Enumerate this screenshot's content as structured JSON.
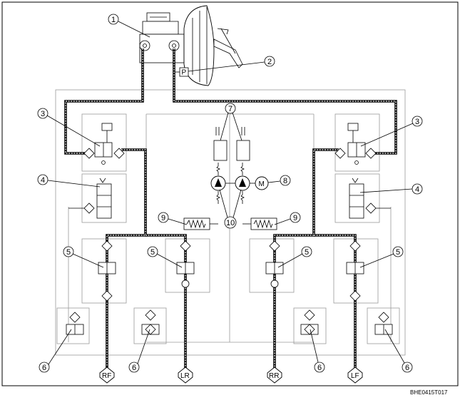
{
  "callouts": {
    "master_cylinder": "1",
    "pressure_switch": "2",
    "left_inlet_solenoid": "3",
    "right_inlet_solenoid": "3",
    "left_outlet_solenoid": "4",
    "right_outlet_solenoid": "4",
    "inlet_valve_rf": "5",
    "inlet_valve_lr": "5",
    "inlet_valve_rr": "5",
    "inlet_valve_lf": "5",
    "outlet_valve_rf": "6",
    "outlet_valve_lr": "6",
    "outlet_valve_rr": "6",
    "outlet_valve_lf": "6",
    "damper": "7",
    "pump_motor": "8",
    "reservoir_left": "9",
    "reservoir_right": "9",
    "pump": "10"
  },
  "labels": {
    "pressure_sensor": "P",
    "motor": "M"
  },
  "outputs": [
    "RF",
    "LR",
    "RR",
    "LF"
  ],
  "figure_code": "BHE0415T017",
  "colors": {
    "line": "#000000",
    "frame": "#9a9a9a",
    "background": "#ffffff"
  }
}
